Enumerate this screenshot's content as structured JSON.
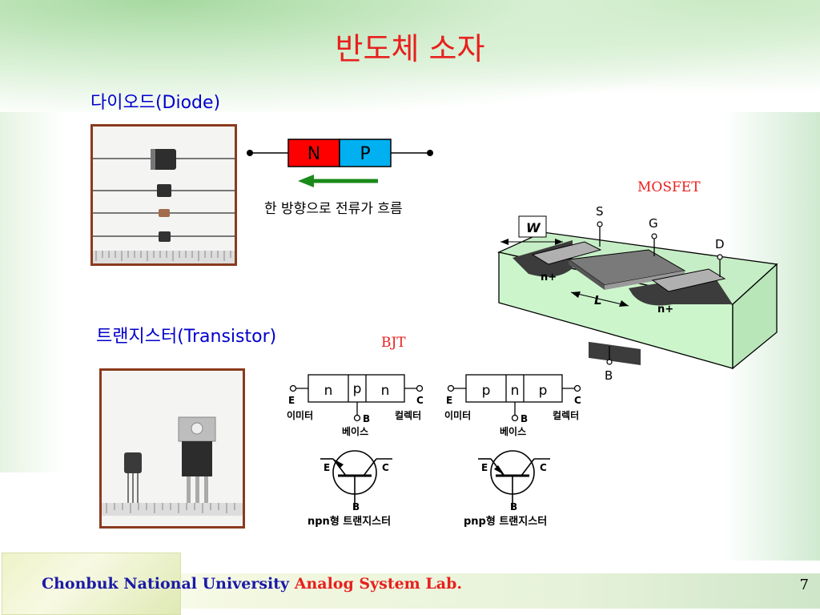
{
  "slide": {
    "title": "반도체 소자",
    "page_number": "7"
  },
  "diode": {
    "heading": "다이오드(Diode)",
    "n_label": "N",
    "p_label": "P",
    "caption": "한 방향으로 전류가 흐름"
  },
  "transistor": {
    "heading": "트랜지스터(Transistor)"
  },
  "bjt": {
    "label": "BJT",
    "npn": {
      "regions": [
        "n",
        "p",
        "n"
      ],
      "emitter_letter": "E",
      "collector_letter": "C",
      "base_letter": "B",
      "emitter_label": "이미터",
      "collector_label": "컬렉터",
      "base_label": "베이스",
      "type_label": "npn형 트랜지스터"
    },
    "pnp": {
      "regions": [
        "p",
        "n",
        "p"
      ],
      "emitter_letter": "E",
      "collector_letter": "C",
      "base_letter": "B",
      "emitter_label": "이미터",
      "collector_label": "컬렉터",
      "base_label": "베이스",
      "type_label": "pnp형 트랜지스터"
    }
  },
  "mosfet": {
    "label": "MOSFET",
    "source": "S",
    "gate": "G",
    "drain": "D",
    "body": "B",
    "width": "W",
    "length": "L",
    "n_plus": "n+"
  },
  "footer": {
    "university": "Chonbuk National University",
    "lab": "Analog System Lab."
  },
  "colors": {
    "title": "#e8201e",
    "heading": "#0000cc",
    "n_region": "#ff0000",
    "p_region": "#00b0f0",
    "arrow": "#1a8a1a",
    "substrate": "#ccf5cc",
    "photo_frame": "#8b3a1e"
  }
}
